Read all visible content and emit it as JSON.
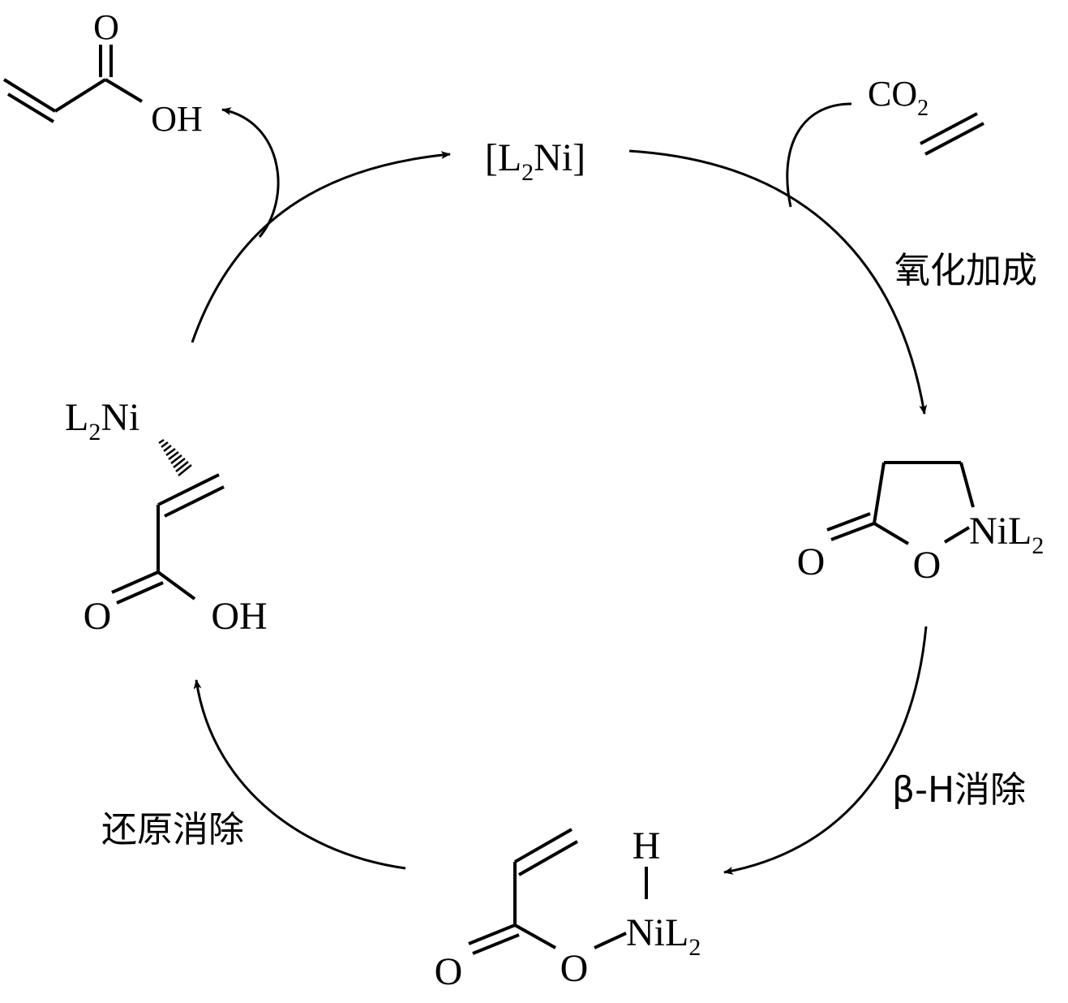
{
  "catalyst": {
    "open": "[L",
    "sub": "2",
    "close": "Ni]"
  },
  "reactants": {
    "co2_main": "CO",
    "co2_sub": "2"
  },
  "product_top_left": {
    "o_label": "O",
    "oh_label": "OH"
  },
  "metallacycle": {
    "o_carbonyl": "O",
    "o_ring": "O",
    "ni": "NiL",
    "ni_sub": "2"
  },
  "hydride_complex": {
    "h_label": "H",
    "o_carbonyl": "O",
    "o_ester": "O",
    "ni": "NiL",
    "ni_sub": "2"
  },
  "pi_complex": {
    "ni": "L",
    "ni_sub": "2",
    "ni_after": "Ni",
    "o_carbonyl": "O",
    "oh_label": "OH"
  },
  "steps": {
    "oxidative_addition": "氧化加成",
    "beta_h_elimination": "β-H消除",
    "reductive_elimination": "还原消除"
  }
}
